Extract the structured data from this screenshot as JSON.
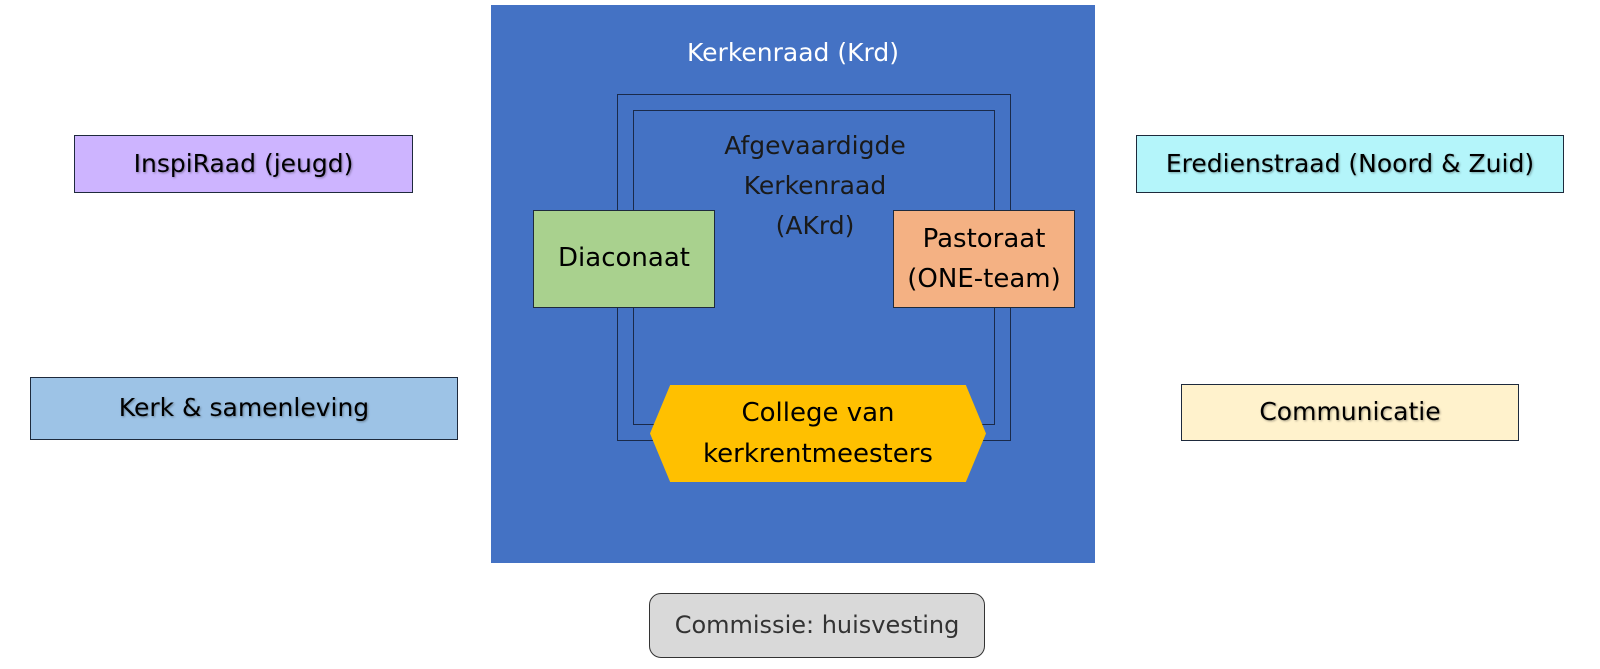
{
  "krd": {
    "title": "Kerkenraad (Krd)"
  },
  "akrd": {
    "line1": "Afgevaardigde",
    "line2": "Kerkenraad",
    "line3": "(AKrd)"
  },
  "diaconaat": {
    "label": "Diaconaat"
  },
  "pastoraat": {
    "line1": "Pastoraat",
    "line2": "(ONE-team)"
  },
  "college": {
    "line1": "College van",
    "line2": "kerkrentmeesters"
  },
  "inspiraad": {
    "label": "InspiRaad (jeugd)"
  },
  "kerk": {
    "label": "Kerk & samenleving"
  },
  "eredienst": {
    "label": "Eredienstraad (Noord & Zuid)"
  },
  "communicatie": {
    "label": "Communicatie"
  },
  "commissie": {
    "label": "Commissie: huisvesting"
  },
  "colors": {
    "krd_panel": "#4472c4",
    "diaconaat": "#a9d18e",
    "pastoraat": "#f4b183",
    "college": "#ffc000",
    "inspiraad": "#cdb4ff",
    "kerk": "#9dc3e6",
    "eredienst": "#b4f5fa",
    "communicatie": "#fff2cc",
    "commissie": "#d9d9d9"
  }
}
